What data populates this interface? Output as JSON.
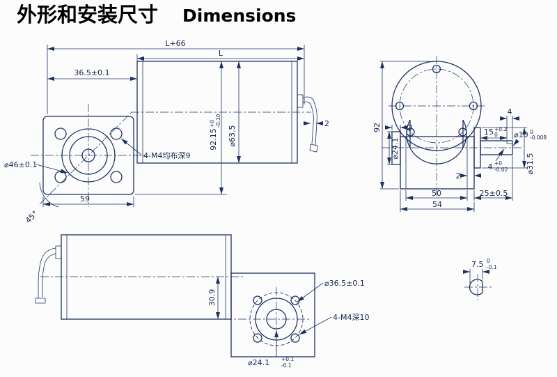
{
  "title": {
    "cn": "外形和安装尺寸",
    "en": "Dimensions"
  },
  "colors": {
    "line": "#1d3060",
    "text": "#14254d",
    "hatch": "#4a67a8",
    "title": "#000000",
    "background": "#fcfcfc"
  },
  "side_view": {
    "dim_total_length": "L+66",
    "dim_motor_length": "L",
    "dim_gearbox_depth": "36.5±0.1",
    "dim_overall_height": "92.15",
    "dim_overall_height_tol_top": "+0",
    "dim_overall_height_tol_bot": "-0.10",
    "dim_motor_diameter": "⌀63.5",
    "dim_pilot_diameter": "⌀46±0.1",
    "note_mounting_holes": "4-M4均布深9",
    "dim_flange_width": "59",
    "dim_hole_angle": "45°",
    "dim_cable_gap": "2"
  },
  "front_view": {
    "dim_height": "92",
    "dim_hub_diameter": "⌀24.1",
    "dim_hub_projection": "2",
    "dim_shaft_section_length": "15",
    "dim_shaft_section_length_tol_top": "+0.2",
    "dim_shaft_section_length_tol_bot": "0",
    "dim_shaft_diameter": "⌀10",
    "dim_shaft_diameter_tol_top": "0",
    "dim_shaft_diameter_tol_bot": "-0.008",
    "dim_key_flat_length": "4",
    "dim_key_flat_height": "4",
    "dim_key_flat_height_tol_top": "+0",
    "dim_key_flat_height_tol_bot": "-0.02",
    "dim_body_width_inner": "50",
    "dim_shaft_extension": "25±0.5",
    "dim_body_width": "54",
    "dim_boss_diameter": "⌀31.5",
    "dim_step": "2"
  },
  "bottom_view": {
    "dim_center_offset": "30.9",
    "dim_bolt_circle": "⌀36.5±0.1",
    "note_mounting_holes": "4-M4深10",
    "dim_pilot_bore": "⌀24.1",
    "dim_pilot_bore_tol_top": "+0.1",
    "dim_pilot_bore_tol_bot": "-0.1"
  },
  "shaft_section": {
    "dim_flat_width": "7.5",
    "dim_flat_width_tol_top": "0",
    "dim_flat_width_tol_bot": "-0.1"
  }
}
